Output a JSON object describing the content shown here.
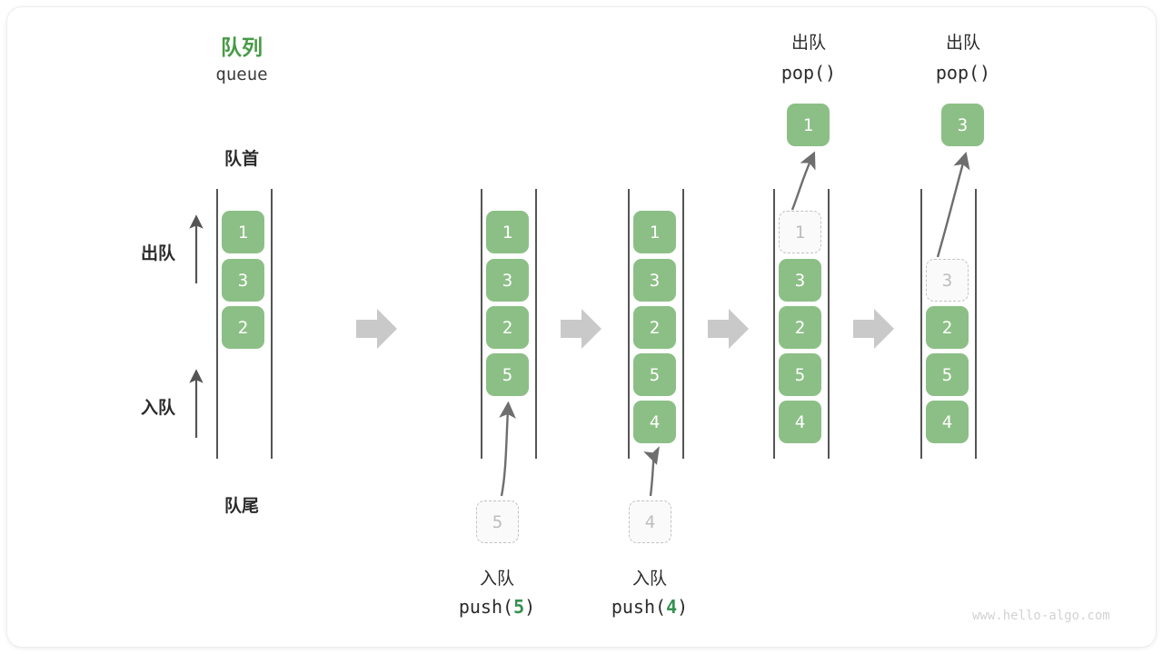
{
  "diagram": {
    "title_cn": "队列",
    "title_en": "queue",
    "front_label": "队首",
    "rear_label": "队尾",
    "dequeue_label": "出队",
    "enqueue_label": "入队",
    "watermark": "www.hello-algo.com",
    "colors": {
      "element_green": "#8cbf86",
      "title_green": "#479a46",
      "accent_green": "#34914f",
      "rail_gray": "#555555",
      "ghost_gray": "#c2c2c2",
      "arrow_gray": "#6e6e6e",
      "step_arrow_gray": "#c9c9c9"
    }
  },
  "columns": [
    {
      "id": "initial",
      "cells": [
        {
          "value": "1",
          "state": "filled"
        },
        {
          "value": "3",
          "state": "filled"
        },
        {
          "value": "2",
          "state": "filled"
        }
      ],
      "caption_cn": "",
      "caption_code": ""
    },
    {
      "id": "push-5",
      "cells": [
        {
          "value": "1",
          "state": "filled"
        },
        {
          "value": "3",
          "state": "filled"
        },
        {
          "value": "2",
          "state": "filled"
        },
        {
          "value": "5",
          "state": "filled"
        }
      ],
      "incoming": {
        "value": "5",
        "state": "ghost"
      },
      "caption_cn": "入队",
      "caption_code_prefix": "push(",
      "caption_code_value": "5",
      "caption_code_suffix": ")"
    },
    {
      "id": "push-4",
      "cells": [
        {
          "value": "1",
          "state": "filled"
        },
        {
          "value": "3",
          "state": "filled"
        },
        {
          "value": "2",
          "state": "filled"
        },
        {
          "value": "5",
          "state": "filled"
        },
        {
          "value": "4",
          "state": "filled"
        }
      ],
      "incoming": {
        "value": "4",
        "state": "ghost"
      },
      "caption_cn": "入队",
      "caption_code_prefix": "push(",
      "caption_code_value": "4",
      "caption_code_suffix": ")"
    },
    {
      "id": "pop-1",
      "header_cn": "出队",
      "header_code": "pop()",
      "popped": {
        "value": "1",
        "state": "filled"
      },
      "cells": [
        {
          "value": "1",
          "state": "ghost"
        },
        {
          "value": "3",
          "state": "filled"
        },
        {
          "value": "2",
          "state": "filled"
        },
        {
          "value": "5",
          "state": "filled"
        },
        {
          "value": "4",
          "state": "filled"
        }
      ]
    },
    {
      "id": "pop-3",
      "header_cn": "出队",
      "header_code": "pop()",
      "popped": {
        "value": "3",
        "state": "filled"
      },
      "cells": [
        {
          "value": "",
          "state": "empty"
        },
        {
          "value": "3",
          "state": "ghost"
        },
        {
          "value": "2",
          "state": "filled"
        },
        {
          "value": "5",
          "state": "filled"
        },
        {
          "value": "4",
          "state": "filled"
        }
      ]
    }
  ]
}
